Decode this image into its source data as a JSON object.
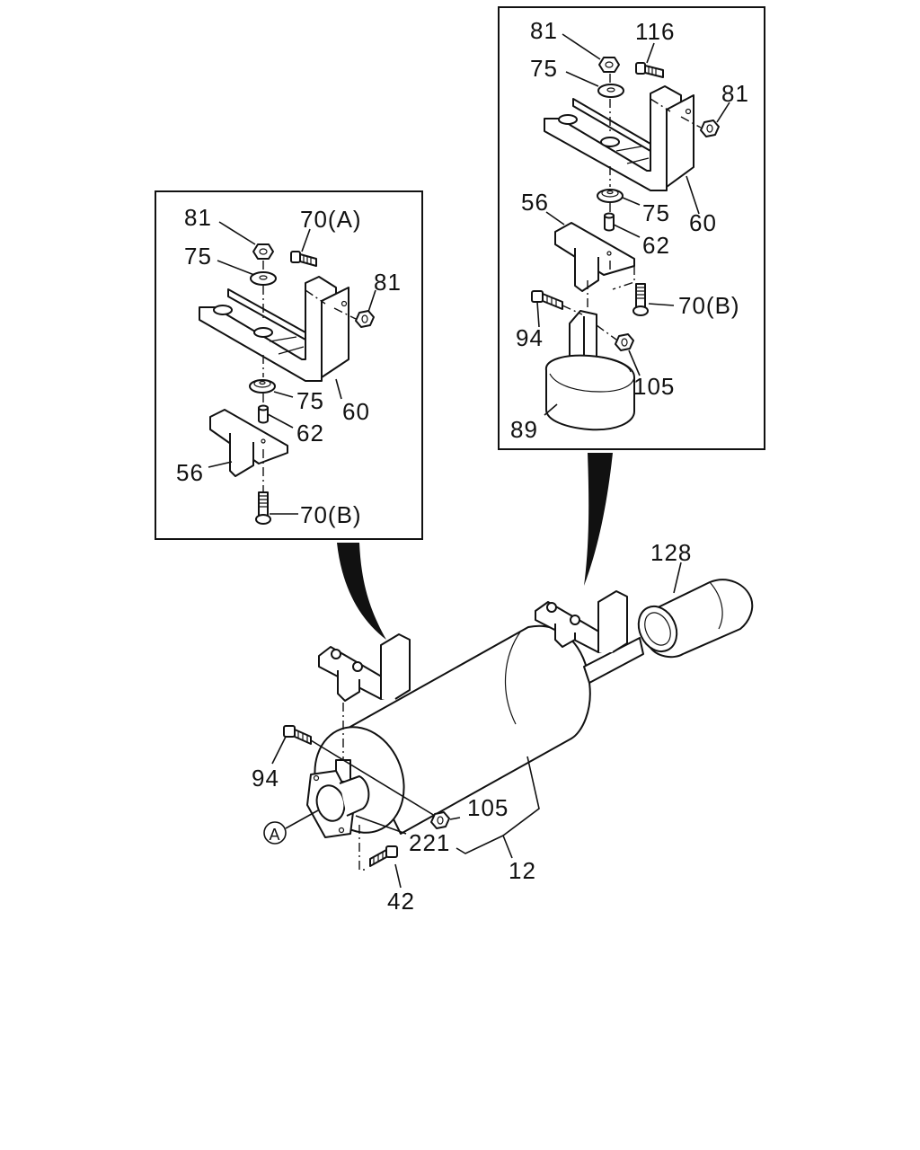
{
  "colors": {
    "line": "#111111",
    "background": "#ffffff"
  },
  "callouts": {
    "left_inset": {
      "nut_top": "81",
      "bolt_top": "70(A)",
      "washer_top": "75",
      "nut_side": "81",
      "bushing_lower": "75",
      "bracket_main": "60",
      "collar": "62",
      "bracket_lower": "56",
      "bolt_lower": "70(B)"
    },
    "right_inset": {
      "nut_top": "81",
      "bolt_top": "116",
      "washer_top": "75",
      "nut_side": "81",
      "bushing_lower": "75",
      "bracket_main": "60",
      "bracket_lower": "56",
      "collar": "62",
      "bolt_lower": "70(B)",
      "clamp_bolt": "94",
      "clamp_nut": "105",
      "clamp_band": "89"
    },
    "main": {
      "tail_pipe": "128",
      "bolt": "94",
      "nut": "105",
      "gasket": "221",
      "muffler": "12",
      "bolt_bottom": "42",
      "reference_mark": "A"
    }
  }
}
